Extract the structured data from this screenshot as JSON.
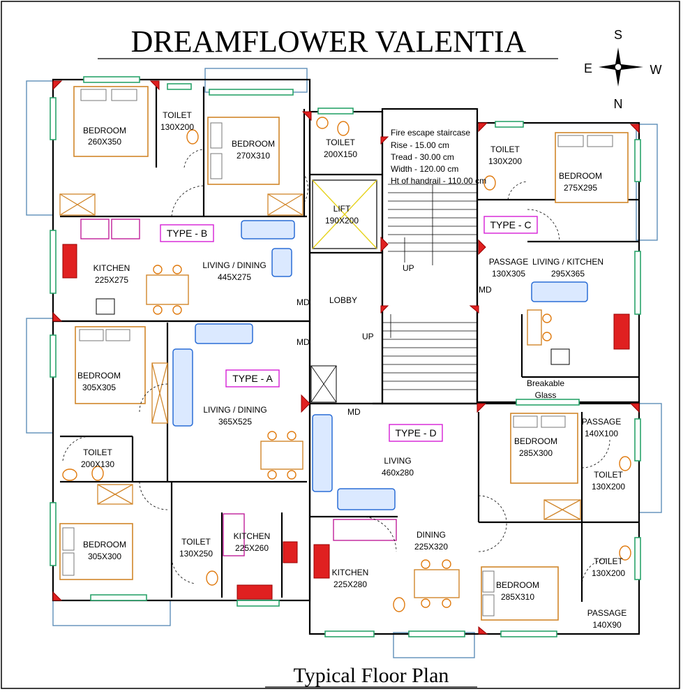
{
  "title": "DREAMFLOWER VALENTIA",
  "subtitle": "Typical Floor Plan",
  "compass": {
    "north": "N",
    "south": "S",
    "east": "E",
    "west": "W"
  },
  "types": {
    "a": "TYPE - A",
    "b": "TYPE - B",
    "c": "TYPE - C",
    "d": "TYPE - D"
  },
  "rooms": {
    "b_bed1_name": "BEDROOM",
    "b_bed1_size": "260X350",
    "b_toilet_name": "TOILET",
    "b_toilet_size": "130X200",
    "b_bed2_name": "BEDROOM",
    "b_bed2_size": "270X310",
    "b_toilet2_name": "TOILET",
    "b_toilet2_size": "200X150",
    "b_kitchen_name": "KITCHEN",
    "b_kitchen_size": "225X275",
    "b_living_name": "LIVING / DINING",
    "b_living_size": "445X275",
    "lift_name": "LIFT",
    "lift_size": "190X200",
    "lobby": "LOBBY",
    "c_toilet_name": "TOILET",
    "c_toilet_size": "130X200",
    "c_bed_name": "BEDROOM",
    "c_bed_size": "275X295",
    "c_passage_name": "PASSAGE",
    "c_passage_size": "130X305",
    "c_living_name": "LIVING / KITCHEN",
    "c_living_size": "295X365",
    "a_bed1_name": "BEDROOM",
    "a_bed1_size": "305X305",
    "a_living_name": "LIVING / DINING",
    "a_living_size": "365X525",
    "a_toilet1_name": "TOILET",
    "a_toilet1_size": "200X130",
    "a_bed2_name": "BEDROOM",
    "a_bed2_size": "305X300",
    "a_toilet2_name": "TOILET",
    "a_toilet2_size": "130X250",
    "a_kitchen_name": "KITCHEN",
    "a_kitchen_size": "225X260",
    "d_living_name": "LIVING",
    "d_living_size": "460x280",
    "d_bed1_name": "BEDROOM",
    "d_bed1_size": "285X300",
    "d_passage1_name": "PASSAGE",
    "d_passage1_size": "140X100",
    "d_toilet1_name": "TOILET",
    "d_toilet1_size": "130X200",
    "d_dining_name": "DINING",
    "d_dining_size": "225X320",
    "d_kitchen_name": "KITCHEN",
    "d_kitchen_size": "225X280",
    "d_bed2_name": "BEDROOM",
    "d_bed2_size": "285X310",
    "d_toilet2_name": "TOILET",
    "d_toilet2_size": "130X200",
    "d_passage2_name": "PASSAGE",
    "d_passage2_size": "140X90"
  },
  "staircase": {
    "line1": "Fire escape staircase",
    "line2": "Rise - 15.00 cm",
    "line3": "Tread - 30.00 cm",
    "line4": "Width - 120.00 cm",
    "line5": "Ht of handrail - 110.00 cm"
  },
  "misc": {
    "md": "MD",
    "up": "UP",
    "breakable1": "Breakable",
    "breakable2": "Glass"
  }
}
